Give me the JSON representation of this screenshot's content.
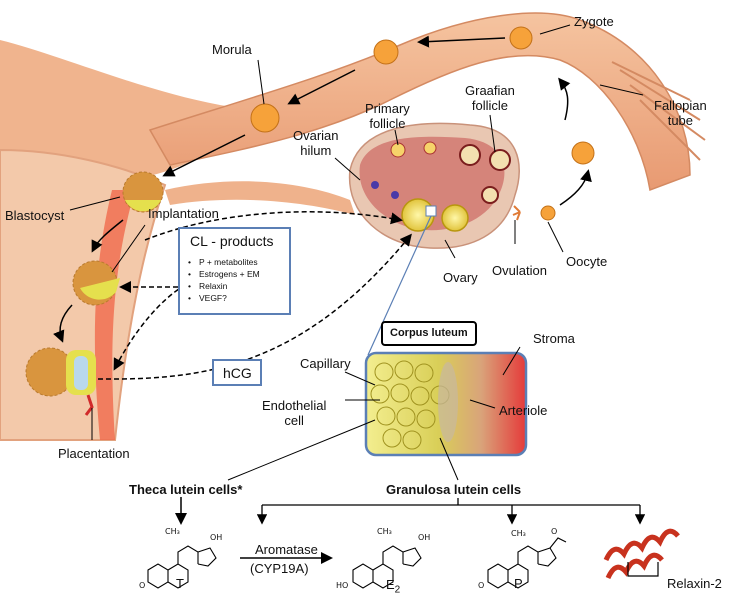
{
  "labels": {
    "morula": "Morula",
    "zygote": "Zygote",
    "graafian_follicle": "Graafian\nfollicle",
    "primary_follicle": "Primary\nfollicle",
    "ovarian_hilum": "Ovarian\nhilum",
    "fallopian_tube": "Fallopian\ntube",
    "blastocyst": "Blastocyst",
    "implantation": "Implantation",
    "ovulation": "Ovulation",
    "oocyte": "Oocyte",
    "ovary": "Ovary",
    "stroma": "Stroma",
    "capillary": "Capillary",
    "endothelial_cell": "Endothelial\ncell",
    "arteriole": "Arteriole",
    "placentation": "Placentation",
    "theca_lutein": "Theca lutein cells*",
    "granulosa_lutein": "Granulosa lutein cells"
  },
  "cl_products": {
    "title": "CL - products",
    "items": [
      "P + metabolites",
      "Estrogens + EM",
      "Relaxin",
      "VEGF?"
    ]
  },
  "hcg": "hCG",
  "corpus_luteum": "Corpus luteum",
  "chemistry": {
    "testosterone": "T",
    "aromatase": "Aromatase",
    "cyp19a": "(CYP19A)",
    "estradiol": "E",
    "estradiol_sub": "2",
    "progesterone": "P",
    "relaxin": "Relaxin-2",
    "ch3": "CH₃",
    "oh": "OH",
    "o": "O",
    "ho": "HO"
  }
}
